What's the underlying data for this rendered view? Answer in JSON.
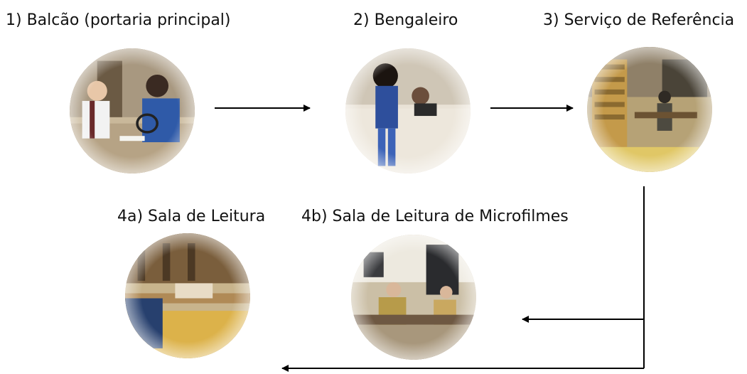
{
  "steps": {
    "step1": {
      "label": "1) Balcão (portaria principal)"
    },
    "step2": {
      "label": "2) Bengaleiro"
    },
    "step3": {
      "label": "3) Serviço de Referência"
    },
    "step4a": {
      "label": "4a) Sala de Leitura"
    },
    "step4b": {
      "label": "4b) Sala de Leitura de Microfilmes"
    }
  },
  "colors": {
    "arrow": "#000000",
    "text": "#111111"
  }
}
